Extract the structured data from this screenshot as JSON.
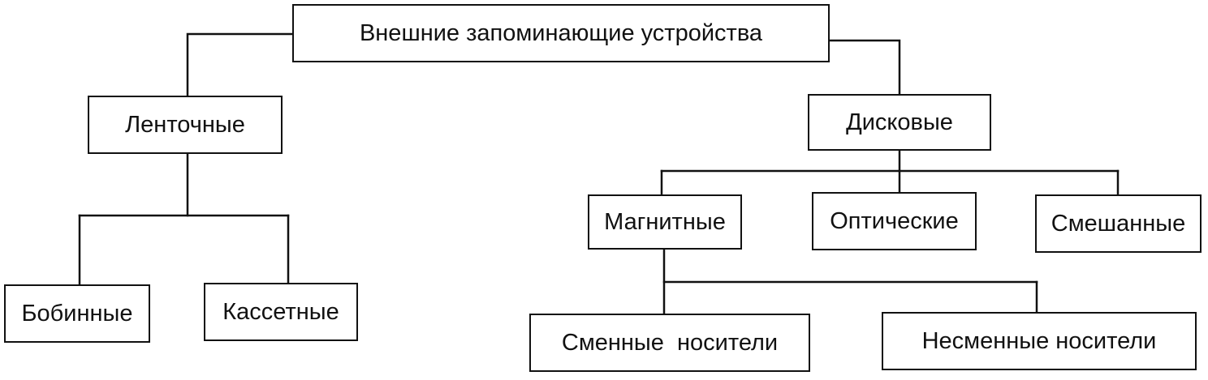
{
  "diagram": {
    "root": "Внешние запоминающие устройства",
    "tape": "Ленточные",
    "reel": "Бобинные",
    "cassette": "Кассетные",
    "disk": "Дисковые",
    "magnetic": "Магнитные",
    "optical": "Оптические",
    "mixed": "Смешанные",
    "removable": "Сменные  носители",
    "fixed": "Несменные носители"
  },
  "colors": {
    "line": "#111111",
    "background": "#ffffff"
  }
}
